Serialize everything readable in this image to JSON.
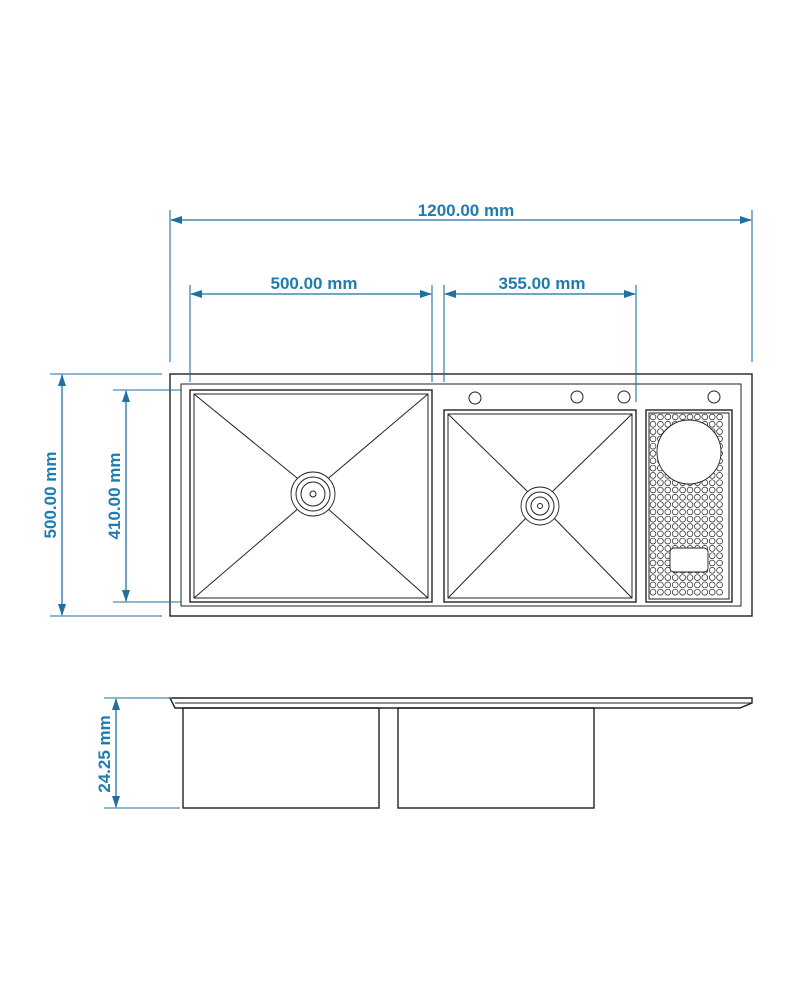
{
  "dimensions": {
    "overall_width": "1200.00 mm",
    "left_bowl_width": "500.00 mm",
    "right_bowl_width": "355.00 mm",
    "overall_depth": "500.00 mm",
    "bowl_depth": "410.00 mm",
    "bowl_height": "24.25 mm"
  },
  "colors": {
    "dimension": "#1f7bb0",
    "outline": "#222222"
  }
}
